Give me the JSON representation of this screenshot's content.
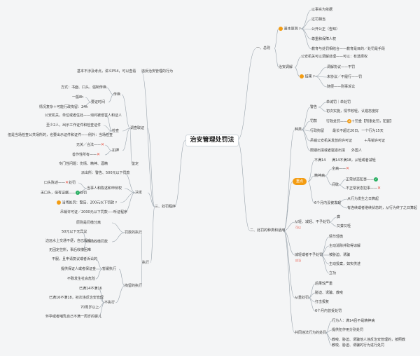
{
  "root": "治安管理处罚法",
  "one": {
    "title": "一、总则",
    "basic": "基本原则",
    "basic_flag": "P",
    "principles": [
      "以事实为依据",
      "过罚相当",
      "公开公正（告知）",
      "尊重和保障人权",
      "教育与处罚相结合——教育是目的／处罚是手段"
    ],
    "mediation": "治安调解",
    "med_a": "公安机关可以调解处理——可以：有选择权",
    "result": "结果",
    "result_flag": "P",
    "results": [
      "调解协议——不罚",
      "未协议／不履行——罚",
      "随便——则事诉讼"
    ]
  },
  "two": {
    "title": "二、处罚的种类和适用",
    "kinds": "种类",
    "warn": "警告",
    "warn_items": [
      "单诫罚｜单处罚",
      "初次实施，情节较轻，认错态度好"
    ],
    "fine": "罚款",
    "fine_item": "行政处罚——",
    "fine_tail": "＋罚金【刑事处罚，犯罪】",
    "detain": "行政拘留",
    "detain_item": "最长不超过20日，一个行为15天",
    "revoke": "吊销公安机关发放的许可证",
    "revoke_tail": "＋吊销许可证",
    "expel": "限期出境或者驱逐出境",
    "expel_tail": "外国人",
    "focus": "重点",
    "age_a": "不满14",
    "age_a_tail": "满14不满18，从轻或者减轻",
    "mental": "精神病",
    "m1": "全病——",
    "m2": "间歇",
    "m2a": "正常状态犯事——",
    "m2b": "不正常状态犯事——",
    "limit": "6个月内没被发现",
    "limit_a": "从行为发生之日算起",
    "limit_b": "有连续或者继续状态的，从行为终了之日算起",
    "heavy": "从轻、减轻、不予处罚",
    "heavy_tag": "可以",
    "heavy_items": [
      "聋",
      "又聋又哑"
    ],
    "reduce": "减轻或者不予处罚",
    "reduce_tag": "应当",
    "reduce_items": [
      "情节轻微",
      "主动消除并取得谅解",
      "被胁迫、诱骗",
      "主动投案，如实供述",
      "立功"
    ],
    "aggr": "从重处罚",
    "aggr_items": [
      "后果较严重",
      "胁迫、诱骗、教唆",
      "打击报复",
      "6个月内曾受处罚"
    ],
    "common": "共同违法行为的处罚",
    "common_items": [
      "行为人：满14且不是精神病",
      "提供犯作用分别处罚",
      "教唆、胁迫、诱骗他人违反治安管理的，按照教",
      "教唆、胁迫、诱骗的行为进行处罚"
    ]
  },
  "three": {
    "title": "三、处罚程序",
    "police": "违反治安管理的行为",
    "police_left": "基本不涉及考点，讲义P54，可以查看",
    "inv": "调查取证",
    "sum": "传唤",
    "sum_items": [
      "方式：书面、口头、强制传唤",
      "一般8h",
      "情况复杂＋可能行政拘留：24h"
    ],
    "sum_note": "要证时间",
    "check": "检查",
    "check_items": [
      "公安机关，单位或者住处——询问被侵害人和证人",
      "至少2人，出示工作证件和检查证件",
      "但是当场检查公共场所的，也要出示证件和证件——例外：当场检查"
    ],
    "seize": "扣押",
    "seize_items": [
      "无关／合法——",
      "善作性所有——"
    ],
    "appraise": "鉴定",
    "appraise_item": "专门性问题：伤情、精神、酒精",
    "decide": "决定",
    "dec1": "派出所：警告、500元以下罚款",
    "dec2": "当事人和陈述和申辩权",
    "dec2a": "口头陈述——",
    "dec2a_tag": "处罚",
    "dec2b": "无口头，但有证据——",
    "dec2b_tag": "处罚",
    "dec3": "当场处罚：警告、200元以下罚款",
    "dec3_flag": "P",
    "hearing": "听证程序",
    "hearing_item": "吊销许可证／2000元以下罚款——",
    "exec": "执行",
    "fine_exec": "罚款的执行",
    "fe1": "原则是罚缴分离",
    "fe2": "当场收缴罚款",
    "fe2_items": [
      "50元以下无异议",
      "边远水上交通不便，自己提出",
      "无固定住所，事后收缴困难"
    ],
    "det_exec": "拘留的执行",
    "guar": "暂缓执行",
    "guar_items": [
      "不服，且申请复议或者诉讼的",
      "提供保证人或者保证金",
      "不致发生社会危险"
    ],
    "noexec": "不执行",
    "noexec_items": [
      "已满14不满16",
      "已满16不满18，初次违反治安管理",
      "70周岁以上",
      "怀孕或者哺乳自己不满一周岁的婴儿"
    ]
  }
}
